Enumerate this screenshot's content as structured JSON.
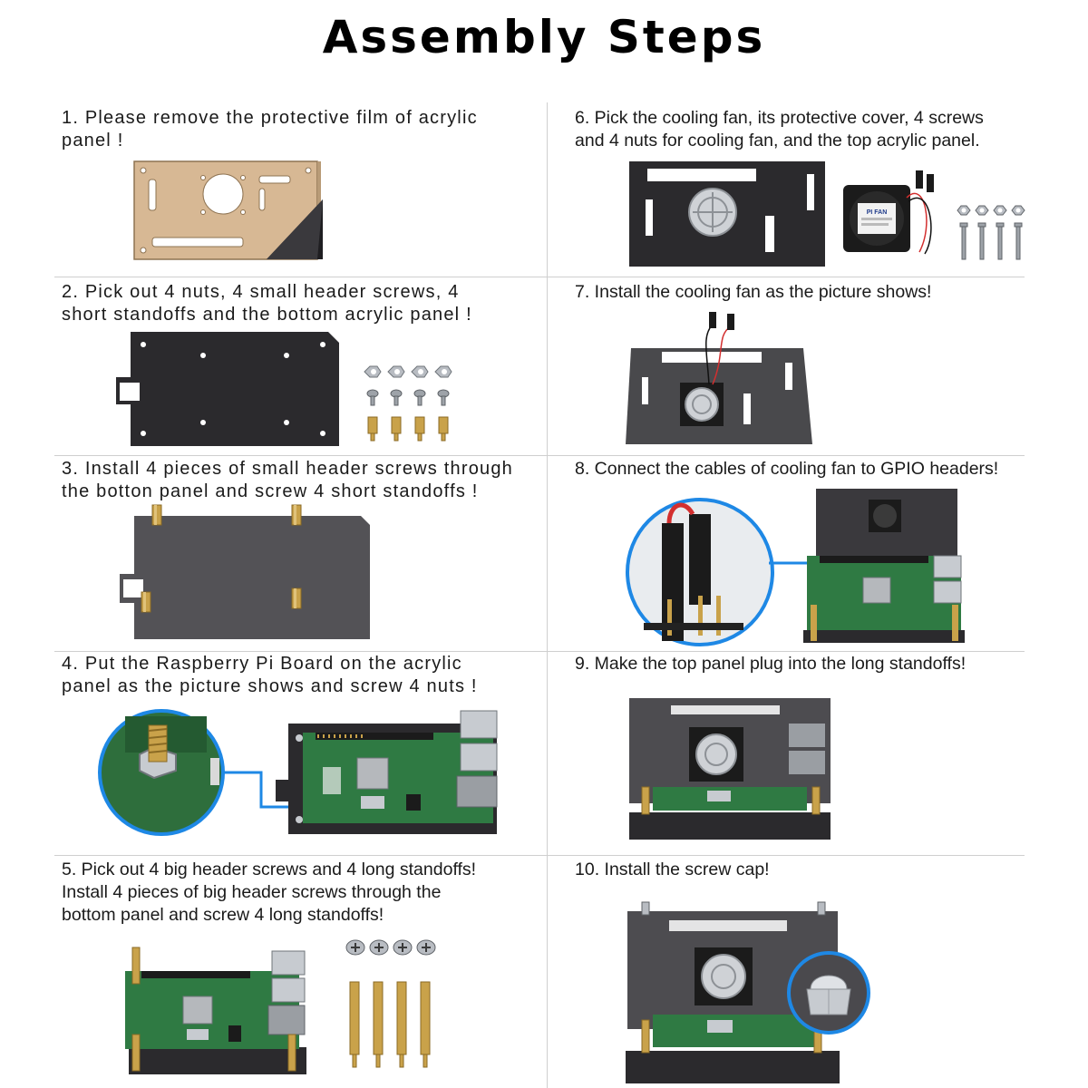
{
  "page": {
    "title": "Assembly Steps"
  },
  "steps": [
    {
      "text": "1. Please remove the protective film of acrylic\npanel !"
    },
    {
      "text": "2. Pick out 4 nuts, 4 small header screws,  4\nshort standoffs and the bottom acrylic panel !"
    },
    {
      "text": "3. Install 4 pieces of small header screws through\nthe botton panel and screw 4 short standoffs !"
    },
    {
      "text": "4. Put the Raspberry Pi Board on the acrylic\npanel as the picture shows and screw 4 nuts !"
    },
    {
      "text": "5. Pick out 4 big header screws and 4 long standoffs!\nInstall 4 pieces of big header screws through the\nbottom panel and screw 4 long standoffs!"
    },
    {
      "text": "6. Pick the cooling fan, its protective cover, 4 screws\nand 4 nuts for cooling fan, and the top acrylic panel."
    },
    {
      "text": "7. Install the cooling fan as the picture shows!"
    },
    {
      "text": "8. Connect the cables of cooling fan to GPIO headers!"
    },
    {
      "text": "9. Make the top panel plug into the long standoffs!"
    },
    {
      "text": "10. Install the screw cap!"
    }
  ],
  "fan_label": "PI FAN",
  "colors": {
    "acrylic_dark": "#2b2a2d",
    "acrylic_film": "#d7b894",
    "pcb_green": "#2f7a43",
    "brass": "#c9a24a",
    "metal": "#b8bcc2",
    "callout_blue": "#1e88e5",
    "divider": "#cfcfcf"
  }
}
